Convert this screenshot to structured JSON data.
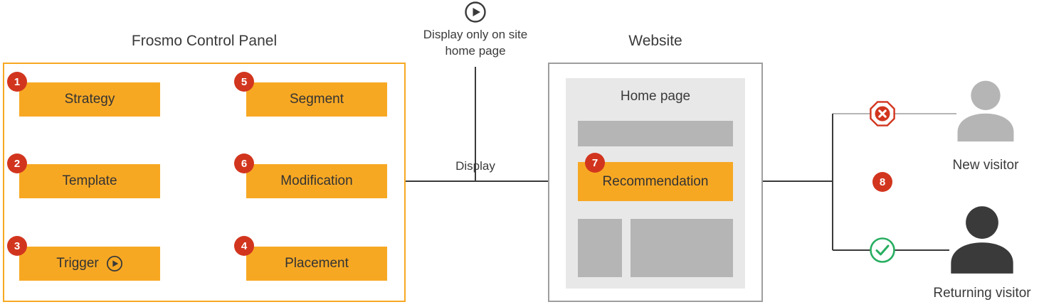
{
  "colors": {
    "orange": "#F7A823",
    "badge_red": "#D2351E",
    "green": "#27AE60",
    "dark": "#3a3a3a",
    "gray_block": "#b5b5b5",
    "homepage_bg": "#e8e8e8",
    "website_border": "#9e9e9e"
  },
  "control_panel": {
    "title": "Frosmo Control Panel",
    "nodes": {
      "strategy": {
        "badge": "1",
        "label": "Strategy"
      },
      "template": {
        "badge": "2",
        "label": "Template"
      },
      "trigger": {
        "badge": "3",
        "label": "Trigger",
        "icon": "play-icon"
      },
      "segment": {
        "badge": "5",
        "label": "Segment"
      },
      "modification": {
        "badge": "6",
        "label": "Modification"
      },
      "placement": {
        "badge": "4",
        "label": "Placement"
      }
    }
  },
  "display_note": {
    "icon": "play-icon",
    "line1": "Display only on site",
    "line2": "home page"
  },
  "display_arrow_label": "Display",
  "website": {
    "title": "Website",
    "page_title": "Home page",
    "recommendation": {
      "badge": "7",
      "label": "Recommendation"
    }
  },
  "visitors": {
    "flow_badge": "8",
    "new": {
      "label": "New visitor",
      "status_icon": "blocked-icon"
    },
    "returning": {
      "label": "Returning visitor",
      "status_icon": "allowed-icon"
    }
  }
}
